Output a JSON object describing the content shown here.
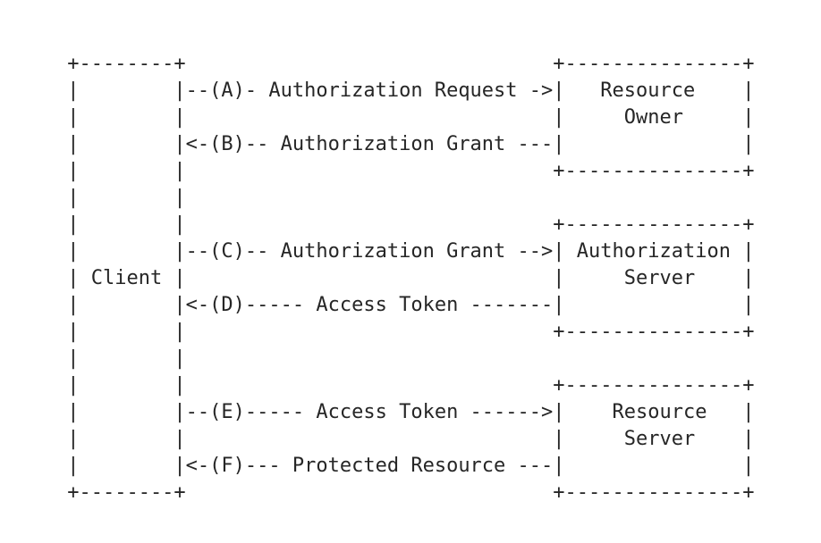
{
  "diagram": {
    "kind": "ascii-flow-diagram",
    "colors": {
      "background": "#ffffff",
      "text": "#262626"
    },
    "actors": [
      {
        "name": "Client"
      },
      {
        "name": "Resource Owner"
      },
      {
        "name": "Authorization Server"
      },
      {
        "name": "Resource Server"
      }
    ],
    "flows": [
      {
        "step": "A",
        "label": "Authorization Request",
        "direction": "client-to-resource-owner"
      },
      {
        "step": "B",
        "label": "Authorization Grant",
        "direction": "resource-owner-to-client"
      },
      {
        "step": "C",
        "label": "Authorization Grant",
        "direction": "client-to-authorization-server"
      },
      {
        "step": "D",
        "label": "Access Token",
        "direction": "authorization-server-to-client"
      },
      {
        "step": "E",
        "label": "Access Token",
        "direction": "client-to-resource-server"
      },
      {
        "step": "F",
        "label": "Protected Resource",
        "direction": "resource-server-to-client"
      }
    ],
    "ascii_lines": [
      "     +--------+                               +---------------+",
      "     |        |--(A)- Authorization Request ->|   Resource    |",
      "     |        |                               |     Owner     |",
      "     |        |<-(B)-- Authorization Grant ---|               |",
      "     |        |                               +---------------+",
      "     |        |",
      "     |        |                               +---------------+",
      "     |        |--(C)-- Authorization Grant -->| Authorization |",
      "     | Client |                               |     Server    |",
      "     |        |<-(D)----- Access Token -------|               |",
      "     |        |                               +---------------+",
      "     |        |",
      "     |        |                               +---------------+",
      "     |        |--(E)----- Access Token ------>|    Resource   |",
      "     |        |                               |     Server    |",
      "     |        |<-(F)--- Protected Resource ---|               |",
      "     +--------+                               +---------------+"
    ]
  }
}
